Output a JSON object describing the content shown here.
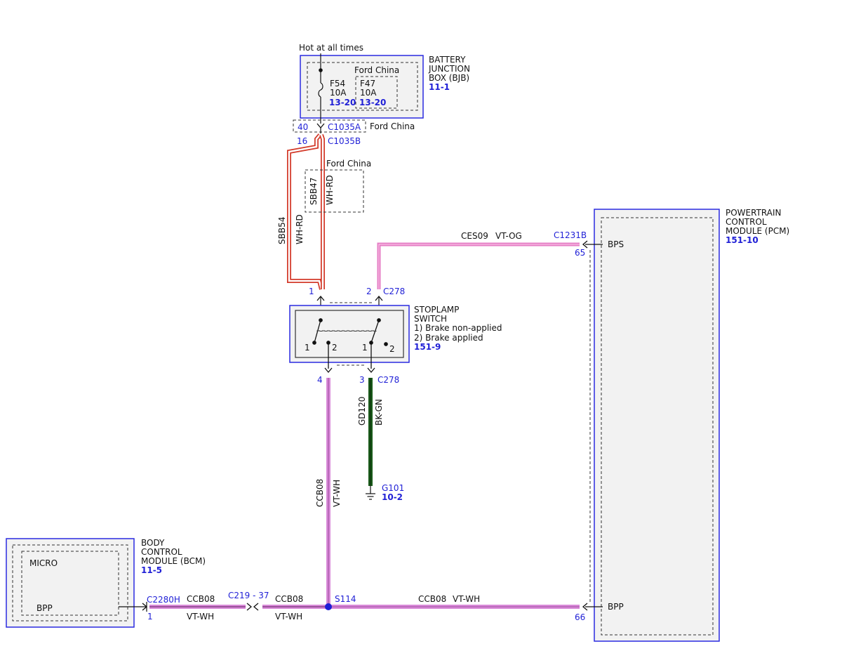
{
  "colors": {
    "module_outline": "#2a2ae0",
    "module_fill": "#f2f2f2",
    "wire_vt_wh": "#d98ad9",
    "wire_vt_og": "#e47dc4",
    "wire_wh_rd_outer": "#d33a2a",
    "wire_bk_gn": "#1a5a1a",
    "ref_text": "#1f1fd6",
    "splice_dot": "#1f1fd6"
  },
  "top": {
    "hot_label": "Hot at all times"
  },
  "bjb": {
    "name_lines": [
      "BATTERY",
      "JUNCTION",
      "BOX (BJB)"
    ],
    "ref": "11-1",
    "region_label": "Ford China",
    "fuse1": {
      "id": "F54",
      "rating": "10A",
      "ref": "13-20"
    },
    "fuse2": {
      "id": "F47",
      "rating": "10A",
      "ref": "13-20"
    }
  },
  "c1035a": {
    "pin": "40",
    "name": "C1035A",
    "note": "Ford China"
  },
  "c1035b": {
    "pin": "16",
    "name": "C1035B"
  },
  "ford_china_box": {
    "label": "Ford China",
    "circuit": "SBB47",
    "color": "WH-RD"
  },
  "sbb54": {
    "circuit": "SBB54",
    "color": "WH-RD"
  },
  "c278_top": {
    "pin1": "1",
    "pin2": "2",
    "name": "C278"
  },
  "stoplamp": {
    "name_lines": [
      "STOPLAMP",
      "SWITCH"
    ],
    "states": [
      "1) Brake non-applied",
      "2) Brake applied"
    ],
    "ref": "151-9",
    "contact_labels": [
      "1",
      "2",
      "1",
      "2"
    ]
  },
  "c278_bottom": {
    "pin4": "4",
    "pin3": "3",
    "name": "C278"
  },
  "ground_wire": {
    "circuit": "GD120",
    "color": "BK-GN"
  },
  "ground": {
    "name": "G101",
    "ref": "10-2"
  },
  "vertical_ccb08": {
    "circuit": "CCB08",
    "color": "VT-WH"
  },
  "pcm": {
    "name_lines": [
      "POWERTRAIN",
      "CONTROL",
      "MODULE (PCM)"
    ],
    "ref": "151-10",
    "pin_bps": "BPS",
    "pin_bpp": "BPP",
    "c1231b": "C1231B",
    "pin65": "65",
    "pin66": "66"
  },
  "ces09": {
    "circuit": "CES09",
    "color": "VT-OG"
  },
  "bcm": {
    "name_lines": [
      "BODY",
      "CONTROL",
      "MODULE (BCM)"
    ],
    "ref": "11-5",
    "micro": "MICRO",
    "pin": "BPP",
    "connector": "C2280H",
    "connector_pin": "1"
  },
  "bottom_wires": {
    "seg1_circuit": "CCB08",
    "seg1_color": "VT-WH",
    "inline_connector": "C219 - 37",
    "seg2_circuit": "CCB08",
    "seg2_color": "VT-WH",
    "splice": "S114",
    "seg3_circuit": "CCB08",
    "seg3_color": "VT-WH"
  }
}
